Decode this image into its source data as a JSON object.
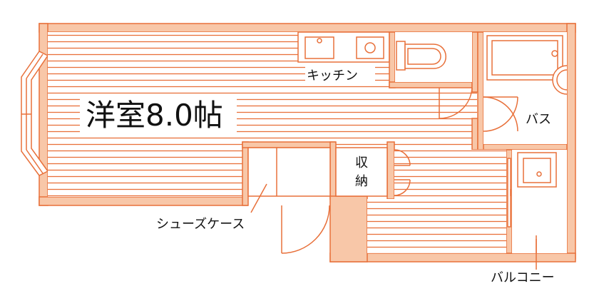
{
  "title": "",
  "colors": {
    "wall_outline": "#E8703A",
    "wall_fill": "#F8C7A8",
    "background": "#FFFFFF",
    "text": "#111111"
  },
  "rooms": {
    "main_room": "洋室8.0帖",
    "kitchen": "キッチン",
    "bath": "バス",
    "storage_line1": "収",
    "storage_line2": "納",
    "shoe_case": "シューズケース",
    "balcony": "バルコニー"
  },
  "icons": {
    "sink": "kitchen-sink-icon",
    "stove": "stove-icon",
    "toilet": "toilet-icon",
    "bathtub": "bathtub-icon",
    "washbasin": "washbasin-icon"
  }
}
